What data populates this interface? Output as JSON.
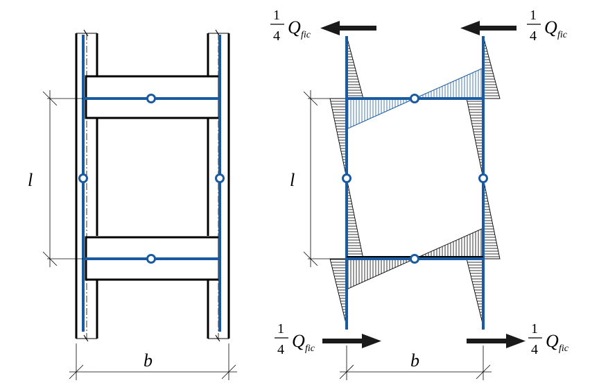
{
  "left_figure": {
    "length_label": "l",
    "width_label": "b"
  },
  "right_figure": {
    "length_label": "l",
    "width_label": "b",
    "force_label": {
      "numerator": "1",
      "denominator": "4",
      "symbol": "Q",
      "subscript": "fic"
    }
  },
  "colors": {
    "axis_blue": "#1a5aa0",
    "steel_black": "#000000",
    "arrow": "#1a1a1a"
  }
}
